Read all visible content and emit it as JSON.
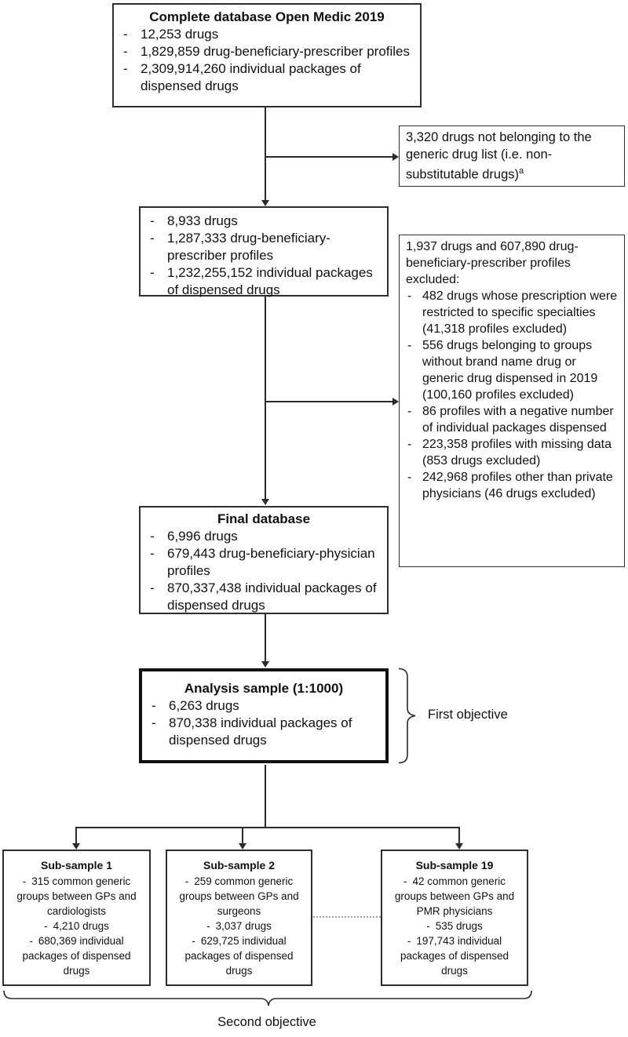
{
  "bullet": "-",
  "colors": {
    "line": "#2b2b2b",
    "text": "#111111",
    "background": "#ffffff"
  },
  "top_box": {
    "title": "Complete database Open Medic 2019",
    "items": [
      "12,253 drugs",
      "1,829,859 drug-beneficiary-prescriber profiles",
      "2,309,914,260 individual packages of dispensed drugs"
    ]
  },
  "exclusion_box_1": {
    "text": "3,320 drugs not belonging to the generic drug list (i.e. non-substitutable drugs)",
    "footnote_marker": "a"
  },
  "intermediate_box": {
    "items": [
      "8,933 drugs",
      "1,287,333 drug-beneficiary-prescriber profiles",
      "1,232,255,152 individual packages of dispensed drugs"
    ]
  },
  "exclusion_box_2": {
    "intro": "1,937 drugs and 607,890 drug-beneficiary-prescriber profiles excluded:",
    "items": [
      "482 drugs whose prescription were restricted to specific specialties (41,318 profiles excluded)",
      "556 drugs belonging to groups without brand name drug or generic drug dispensed in 2019 (100,160 profiles excluded)",
      "86 profiles with a negative number of individual packages dispensed",
      "223,358 profiles with missing data (853 drugs excluded)",
      "242,968 profiles other than private physicians (46 drugs excluded)"
    ]
  },
  "final_box": {
    "title": "Final database",
    "items": [
      "6,996 drugs",
      "679,443 drug-beneficiary-physician profiles",
      "870,337,438 individual packages of dispensed drugs"
    ]
  },
  "analysis_box": {
    "title": "Analysis sample (1:1000)",
    "items": [
      "6,263 drugs",
      "870,338 individual packages of dispensed drugs"
    ]
  },
  "labels": {
    "first_objective": "First objective",
    "second_objective": "Second objective"
  },
  "sub_samples": [
    {
      "title": "Sub-sample 1",
      "items": [
        "315 common generic groups between GPs and cardiologists",
        "4,210 drugs",
        "680,369 individual packages of dispensed drugs"
      ]
    },
    {
      "title": "Sub-sample 2",
      "items": [
        "259 common generic groups between GPs and surgeons",
        "3,037 drugs",
        "629,725 individual packages of dispensed drugs"
      ]
    },
    {
      "title": "Sub-sample 19",
      "items": [
        "42 common generic groups between GPs and PMR physicians",
        "535 drugs",
        "197,743 individual packages of dispensed drugs"
      ]
    }
  ]
}
